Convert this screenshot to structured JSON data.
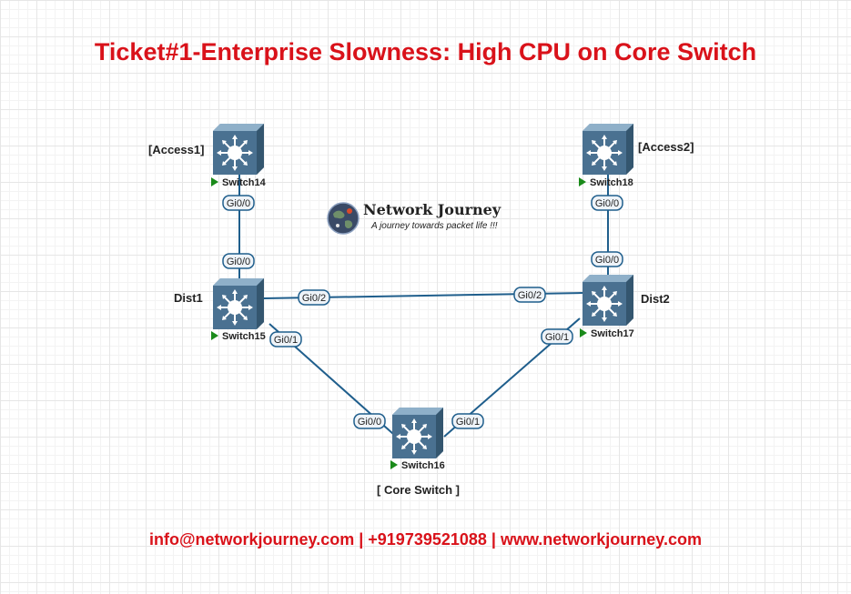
{
  "title": "Ticket#1-Enterprise Slowness: High CPU on Core Switch",
  "footer": "info@networkjourney.com | +919739521088 | www.networkjourney.com",
  "logo": {
    "name": "Network Journey",
    "tagline": "A journey towards packet life !!!"
  },
  "colors": {
    "title": "#d9121a",
    "link": "#1f5e8c",
    "switch": "#4a7191",
    "play": "#1a8a1a"
  },
  "devices": [
    {
      "id": "sw14",
      "hostname": "Switch14",
      "role": "[Access1]"
    },
    {
      "id": "sw18",
      "hostname": "Switch18",
      "role": "[Access2]"
    },
    {
      "id": "sw15",
      "hostname": "Switch15",
      "role": "Dist1"
    },
    {
      "id": "sw17",
      "hostname": "Switch17",
      "role": "Dist2"
    },
    {
      "id": "sw16",
      "hostname": "Switch16",
      "role": "[ Core Switch ]"
    }
  ],
  "links": [
    {
      "from": "sw14",
      "to": "sw15",
      "from_port": "Gi0/0",
      "to_port": "Gi0/0"
    },
    {
      "from": "sw18",
      "to": "sw17",
      "from_port": "Gi0/0",
      "to_port": "Gi0/0"
    },
    {
      "from": "sw15",
      "to": "sw17",
      "from_port": "Gi0/2",
      "to_port": "Gi0/2"
    },
    {
      "from": "sw15",
      "to": "sw16",
      "from_port": "Gi0/1",
      "to_port": "Gi0/0"
    },
    {
      "from": "sw17",
      "to": "sw16",
      "from_port": "Gi0/1",
      "to_port": "Gi0/1"
    }
  ]
}
